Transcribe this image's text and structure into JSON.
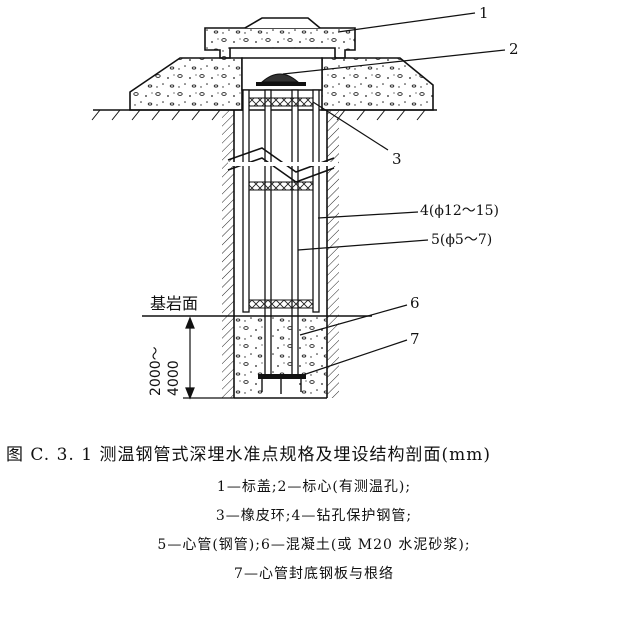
{
  "figure": {
    "callouts": [
      "1",
      "2",
      "3",
      "4(ϕ12～15)",
      "5(ϕ5～7)",
      "6",
      "7"
    ],
    "bedrock_label": "基岩面",
    "depth_label_top": "2000～",
    "depth_label_bottom": "4000"
  },
  "caption": {
    "title": "图 C. 3. 1   测温钢管式深埋水准点规格及埋设结构剖面(mm)",
    "legend": [
      "1—标盖;2—标心(有测温孔);",
      "3—橡皮环;4—钻孔保护钢管;",
      "5—心管(钢管);6—混凝土(或 M20 水泥砂浆);",
      "7—心管封底钢板与根络"
    ]
  }
}
